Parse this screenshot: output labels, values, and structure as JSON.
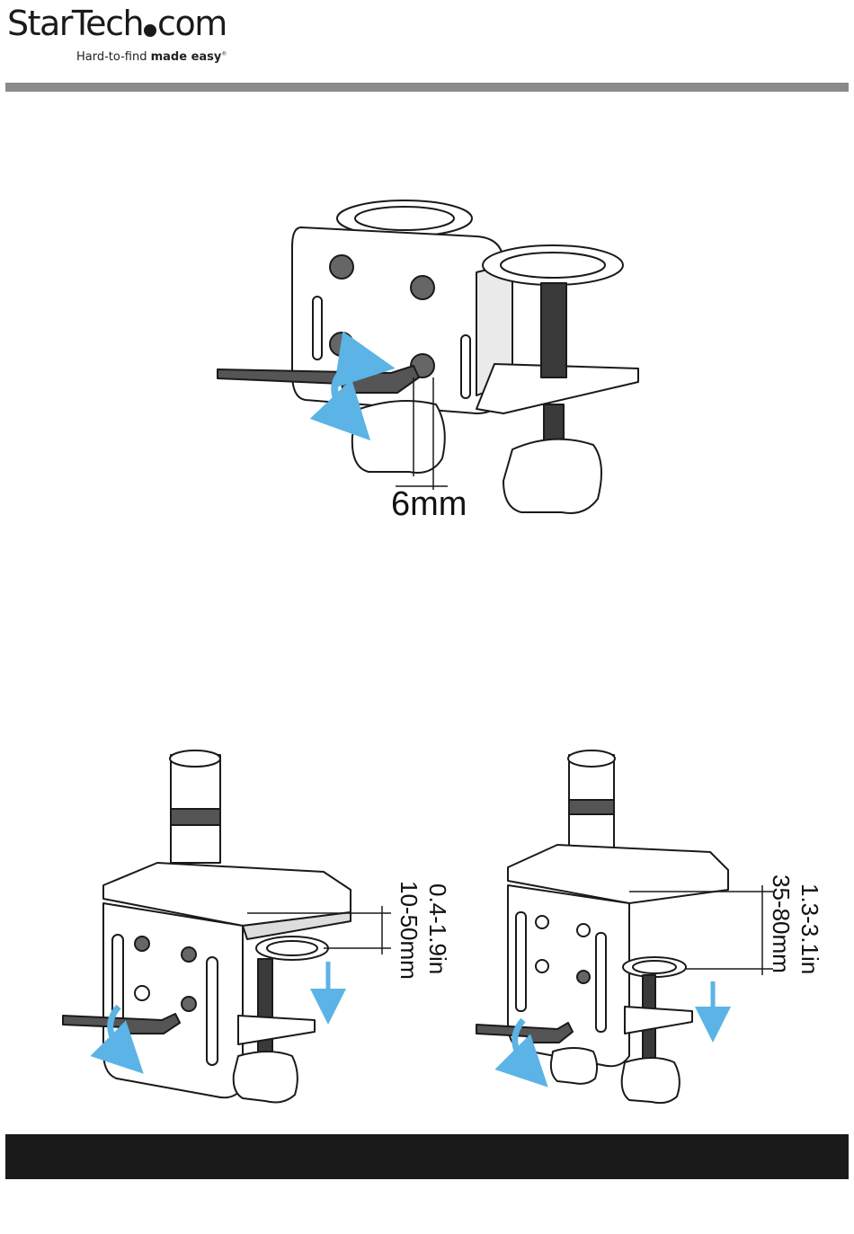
{
  "brand": {
    "wordmark_pre": "StarTech",
    "wordmark_post": "com",
    "tagline_pre": "Hard-to-find ",
    "tagline_bold": "made easy",
    "tagline_mark": "®"
  },
  "figures": {
    "top": {
      "label": "6mm"
    },
    "bottom_left": {
      "range_in": "0.4-1.9in",
      "range_mm": "10-50mm"
    },
    "bottom_right": {
      "range_in": "1.3-3.1in",
      "range_mm": "35-80mm"
    }
  },
  "colors": {
    "accent_arrow": "#5bb4e5",
    "header_rule": "#8a8a8a",
    "footer_bar": "#1a1a1a"
  }
}
